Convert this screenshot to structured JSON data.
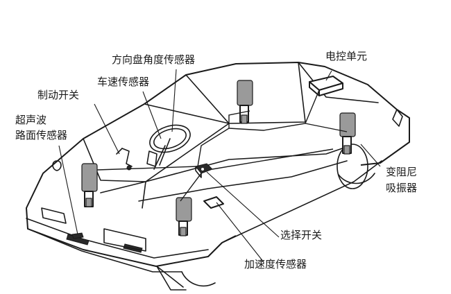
{
  "labels": {
    "steering_angle_sensor": "方向盘角度传感器",
    "electronic_control_unit": "电控单元",
    "speed_sensor": "车速传感器",
    "brake_switch": "制动开关",
    "ultrasonic_road_sensor_line1": "超声波",
    "ultrasonic_road_sensor_line2": "路面传感器",
    "variable_damper_line1": "变阻尼",
    "variable_damper_line2": "吸振器",
    "selector_switch": "选择开关",
    "acceleration_sensor": "加速度传感器"
  }
}
